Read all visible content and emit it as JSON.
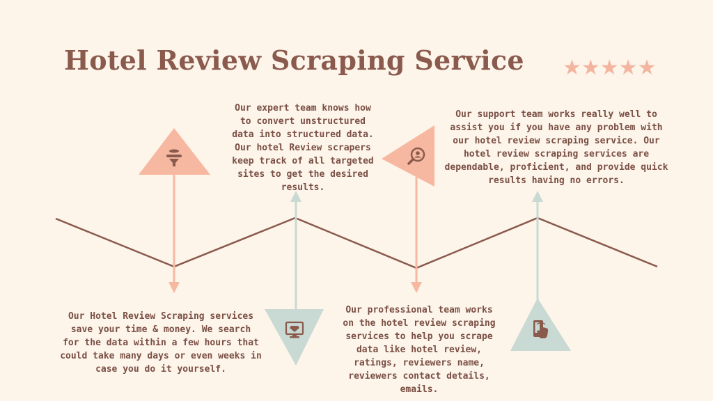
{
  "title": "Hotel Review Scraping Service",
  "rating_stars": "★★★★★",
  "colors": {
    "background": "#fdf4ea",
    "title": "#8a5a4d",
    "salmon": "#f7b8a1",
    "sage": "#c8dad3",
    "line": "#8a5a4d",
    "text": "#7a4f44"
  },
  "steps": [
    {
      "icon": "funnel-filter-icon",
      "lines": [
        "Our Hotel Review Scraping services",
        "save your time & money. We search",
        "for the data within a few hours that",
        "could take many days or even weeks in",
        "case you do it yourself."
      ]
    },
    {
      "icon": "diamond-monitor-icon",
      "lines": [
        "Our expert team knows how",
        "to convert unstructured",
        "data into structured data.",
        "Our hotel Review scrapers",
        "keep track of all targeted",
        "sites to get the desired",
        "results."
      ]
    },
    {
      "icon": "user-search-icon",
      "lines": [
        "Our professional team works",
        "on the hotel review scraping",
        "services to help you scrape",
        "data like hotel review,",
        "ratings, reviewers name,",
        "reviewers contact details,",
        "emails."
      ]
    },
    {
      "icon": "touch-phone-icon",
      "lines": [
        "Our support team works really well to",
        "assist you if you have any problem with",
        "our hotel review scraping service. Our",
        "hotel review scraping services are",
        "dependable, proficient, and provide quick",
        "results having no errors."
      ]
    }
  ]
}
